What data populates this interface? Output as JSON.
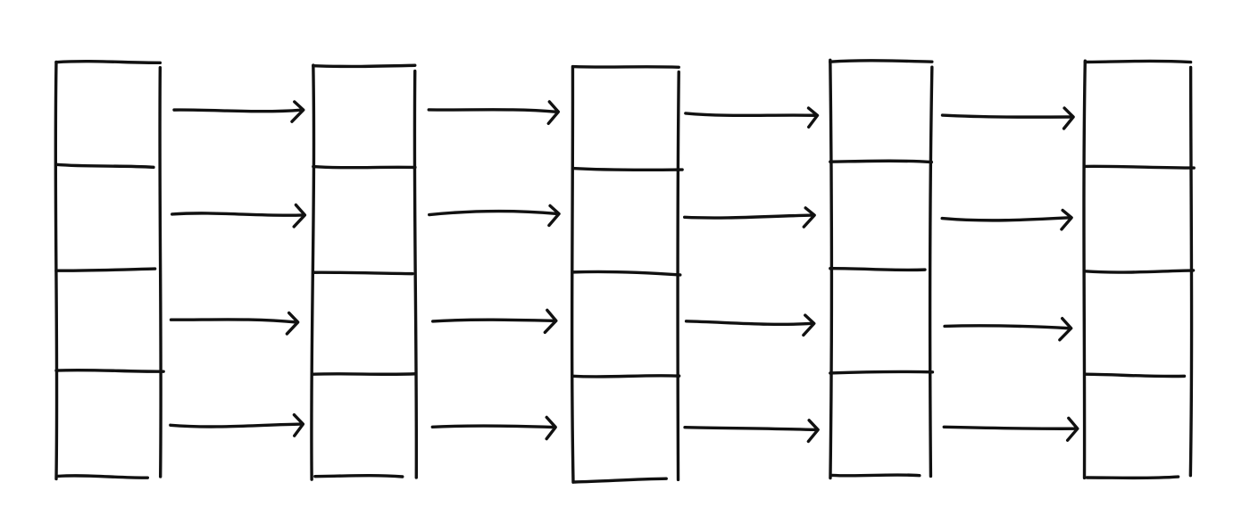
{
  "diagram": {
    "style": "hand-drawn sketch",
    "stroke_color": "#111111",
    "background_color": "#ffffff",
    "column_count": 5,
    "cells_per_column": 4,
    "arrows_per_gap": 4,
    "text_labels": []
  }
}
